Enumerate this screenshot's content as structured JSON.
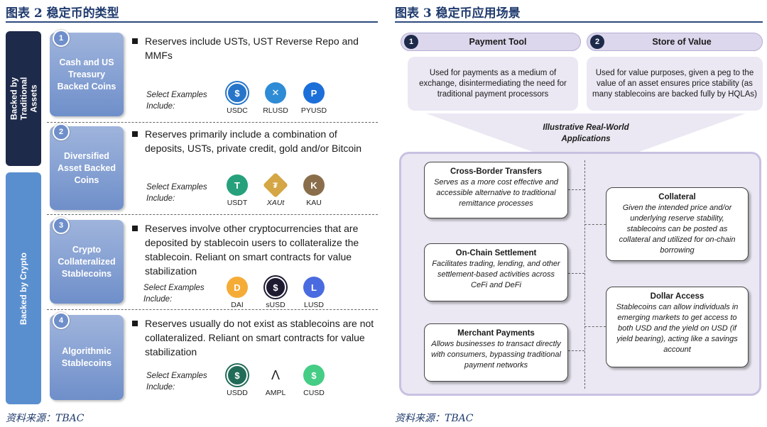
{
  "figures": {
    "left": {
      "title": "图表 2    稳定币的类型",
      "source": "资料来源：TBAC"
    },
    "right": {
      "title": "图表 3    稳定币应用场景",
      "source": "资料来源：TBAC"
    }
  },
  "left_panel": {
    "side_labels": {
      "traditional": "Backed by Traditional Assets",
      "crypto": "Backed by Crypto"
    },
    "categories": [
      {
        "num": "1",
        "name": "Cash and US Treasury Backed Coins",
        "description": "Reserves include USTs, UST Reverse Repo and MMFs",
        "examples_label": "Select Examples Include:",
        "coins": [
          {
            "name": "USDC",
            "glyph": "$",
            "color": "#2775ca"
          },
          {
            "name": "RLUSD",
            "glyph": "✕",
            "color": "#2e8bd6"
          },
          {
            "name": "PYUSD",
            "glyph": "P",
            "color": "#1c6fd9"
          }
        ]
      },
      {
        "num": "2",
        "name": "Diversified Asset Backed Coins",
        "description": "Reserves primarily include a combination of deposits, USTs, private credit, gold and/or Bitcoin",
        "examples_label": "Select Examples Include:",
        "coins": [
          {
            "name": "USDT",
            "glyph": "T",
            "color": "#26a17b"
          },
          {
            "name": "XAUt",
            "glyph": "₮",
            "color": "#d4a645"
          },
          {
            "name": "KAU",
            "glyph": "K",
            "color": "#8a6e4b"
          }
        ]
      },
      {
        "num": "3",
        "name": "Crypto Collateralized Stablecoins",
        "description": "Reserves involve other cryptocurrencies that are deposited by stablecoin users to collateralize the stablecoin. Reliant on smart contracts for value stabilization",
        "examples_label": "Select Examples Include:",
        "coins": [
          {
            "name": "DAI",
            "glyph": "D",
            "color": "#f5ac37"
          },
          {
            "name": "sUSD",
            "glyph": "$",
            "color": "#1e1a31"
          },
          {
            "name": "LUSD",
            "glyph": "L",
            "color": "#4a6be0"
          }
        ]
      },
      {
        "num": "4",
        "name": "Algorithmic Stablecoins",
        "description": "Reserves usually do not exist as stablecoins are not collateralized. Reliant on smart contracts for value stabilization",
        "examples_label": "Select Examples Include:",
        "coins": [
          {
            "name": "USDD",
            "glyph": "$",
            "color": "#216c58"
          },
          {
            "name": "AMPL",
            "glyph": "Λ",
            "color": "#ffffff"
          },
          {
            "name": "CUSD",
            "glyph": "$",
            "color": "#45cd85"
          }
        ]
      }
    ]
  },
  "right_panel": {
    "use_cases": [
      {
        "num": "1",
        "label": "Payment Tool",
        "description": "Used for payments as a medium of exchange, disintermediating the need for traditional payment processors"
      },
      {
        "num": "2",
        "label": "Store of Value",
        "description": "Used for value purposes, given a peg to the value of an asset ensures price stability (as many stablecoins are backed fully by HQLAs)"
      }
    ],
    "illustrative_label": "Illustrative Real-World Applications",
    "applications": [
      {
        "title": "Cross-Border Transfers",
        "body": "Serves as a more cost effective and accessible alternative to traditional remittance processes"
      },
      {
        "title": "On-Chain Settlement",
        "body": "Facilitates trading, lending, and other settlement-based activities across CeFi and DeFi"
      },
      {
        "title": "Merchant Payments",
        "body": "Allows businesses to transact directly with consumers, bypassing traditional payment networks"
      },
      {
        "title": "Collateral",
        "body": "Given the intended price and/or underlying reserve stability, stablecoins can be posted as collateral and utilized for on-chain borrowing"
      },
      {
        "title": "Dollar Access",
        "body": "Stablecoins can allow individuals in emerging markets to get access to both USD and the yield on USD (if yield bearing), acting like a savings account"
      }
    ]
  },
  "colors": {
    "navy": "#1e2a4a",
    "crypto_blue": "#5a8fcf",
    "category_box": "#7f9dd0",
    "lavender_panel": "#ebe8f3",
    "title_blue": "#1f3a6e"
  }
}
